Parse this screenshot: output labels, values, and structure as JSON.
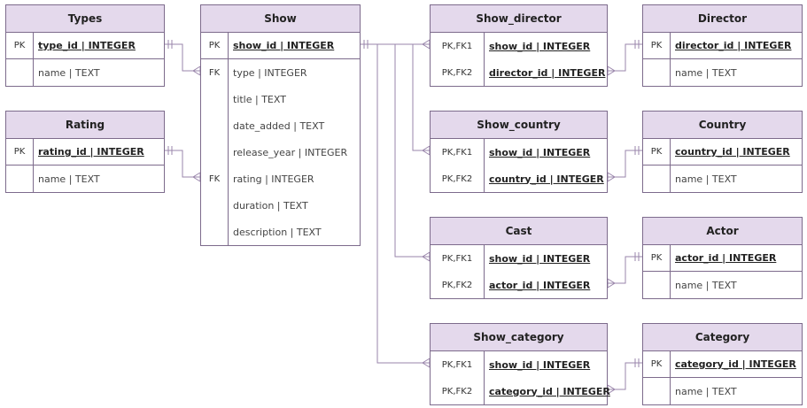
{
  "entities": [
    {
      "id": "types",
      "title": "Types",
      "keycol": "narrow",
      "rows": [
        {
          "key": "PK",
          "field": "type_id | INTEGER",
          "pk": true
        },
        {
          "key": "",
          "field": "name | TEXT",
          "pk": false
        }
      ]
    },
    {
      "id": "rating",
      "title": "Rating",
      "keycol": "narrow",
      "rows": [
        {
          "key": "PK",
          "field": "rating_id | INTEGER",
          "pk": true
        },
        {
          "key": "",
          "field": "name | TEXT",
          "pk": false
        }
      ]
    },
    {
      "id": "show",
      "title": "Show",
      "keycol": "narrow",
      "rows": [
        {
          "key": "PK",
          "field": "show_id | INTEGER",
          "pk": true
        },
        {
          "key": "FK",
          "field": "type | INTEGER",
          "pk": false
        },
        {
          "key": "",
          "field": "title | TEXT",
          "pk": false
        },
        {
          "key": "",
          "field": "date_added | TEXT",
          "pk": false
        },
        {
          "key": "",
          "field": "release_year | INTEGER",
          "pk": false
        },
        {
          "key": "FK",
          "field": "rating | INTEGER",
          "pk": false
        },
        {
          "key": "",
          "field": "duration | TEXT",
          "pk": false
        },
        {
          "key": "",
          "field": "description | TEXT",
          "pk": false
        }
      ]
    },
    {
      "id": "show_director",
      "title": "Show_director",
      "keycol": "wide",
      "rows": [
        {
          "key": "PK,FK1",
          "field": "show_id | INTEGER",
          "pk": true
        },
        {
          "key": "PK,FK2",
          "field": "director_id | INTEGER",
          "pk": true
        }
      ]
    },
    {
      "id": "show_country",
      "title": "Show_country",
      "keycol": "wide",
      "rows": [
        {
          "key": "PK,FK1",
          "field": "show_id | INTEGER",
          "pk": true
        },
        {
          "key": "PK,FK2",
          "field": "country_id | INTEGER",
          "pk": true
        }
      ]
    },
    {
      "id": "cast",
      "title": "Cast",
      "keycol": "wide",
      "rows": [
        {
          "key": "PK,FK1",
          "field": "show_id | INTEGER",
          "pk": true
        },
        {
          "key": "PK,FK2",
          "field": "actor_id | INTEGER",
          "pk": true
        }
      ]
    },
    {
      "id": "show_category",
      "title": "Show_category",
      "keycol": "wide",
      "rows": [
        {
          "key": "PK,FK1",
          "field": "show_id | INTEGER",
          "pk": true
        },
        {
          "key": "PK,FK2",
          "field": "category_id | INTEGER",
          "pk": true
        }
      ]
    },
    {
      "id": "director",
      "title": "Director",
      "keycol": "narrow",
      "rows": [
        {
          "key": "PK",
          "field": "director_id | INTEGER",
          "pk": true
        },
        {
          "key": "",
          "field": "name | TEXT",
          "pk": false
        }
      ]
    },
    {
      "id": "country",
      "title": "Country",
      "keycol": "narrow",
      "rows": [
        {
          "key": "PK",
          "field": "country_id | INTEGER",
          "pk": true
        },
        {
          "key": "",
          "field": "name | TEXT",
          "pk": false
        }
      ]
    },
    {
      "id": "actor",
      "title": "Actor",
      "keycol": "narrow",
      "rows": [
        {
          "key": "PK",
          "field": "actor_id | INTEGER",
          "pk": true
        },
        {
          "key": "",
          "field": "name | TEXT",
          "pk": false
        }
      ]
    },
    {
      "id": "category",
      "title": "Category",
      "keycol": "narrow",
      "rows": [
        {
          "key": "PK",
          "field": "category_id | INTEGER",
          "pk": true
        },
        {
          "key": "",
          "field": "name | TEXT",
          "pk": false
        }
      ]
    }
  ],
  "relationships": [
    {
      "from": "types.type_id",
      "to": "show.type",
      "cardinality": "one-to-many"
    },
    {
      "from": "rating.rating_id",
      "to": "show.rating",
      "cardinality": "one-to-many"
    },
    {
      "from": "show.show_id",
      "to": "show_director.show_id",
      "cardinality": "one-to-many"
    },
    {
      "from": "show.show_id",
      "to": "show_country.show_id",
      "cardinality": "one-to-many"
    },
    {
      "from": "show.show_id",
      "to": "cast.show_id",
      "cardinality": "one-to-many"
    },
    {
      "from": "show.show_id",
      "to": "show_category.show_id",
      "cardinality": "one-to-many"
    },
    {
      "from": "director.director_id",
      "to": "show_director.director_id",
      "cardinality": "one-to-many"
    },
    {
      "from": "country.country_id",
      "to": "show_country.country_id",
      "cardinality": "one-to-many"
    },
    {
      "from": "actor.actor_id",
      "to": "cast.actor_id",
      "cardinality": "one-to-many"
    },
    {
      "from": "category.category_id",
      "to": "show_category.category_id",
      "cardinality": "one-to-many"
    }
  ],
  "colors": {
    "header_fill": "#e4d9ec",
    "border": "#7d6b8c",
    "line": "#9a86ab"
  }
}
